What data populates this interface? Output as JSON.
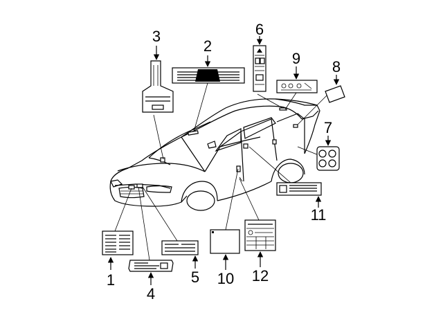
{
  "callouts": [
    {
      "id": "c1",
      "number": "1"
    },
    {
      "id": "c2",
      "number": "2"
    },
    {
      "id": "c3",
      "number": "3"
    },
    {
      "id": "c4",
      "number": "4"
    },
    {
      "id": "c5",
      "number": "5"
    },
    {
      "id": "c6",
      "number": "6"
    },
    {
      "id": "c7",
      "number": "7"
    },
    {
      "id": "c8",
      "number": "8"
    },
    {
      "id": "c9",
      "number": "9"
    },
    {
      "id": "c10",
      "number": "10"
    },
    {
      "id": "c11",
      "number": "11"
    },
    {
      "id": "c12",
      "number": "12"
    }
  ],
  "colors": {
    "line": "#000000",
    "background": "#ffffff"
  }
}
